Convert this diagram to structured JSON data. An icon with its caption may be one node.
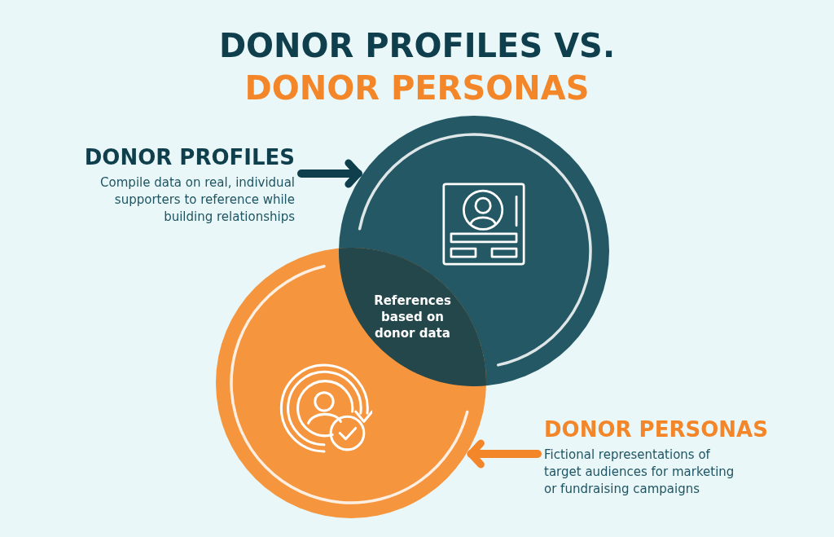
{
  "diagram": {
    "title": "DONOR PROFILES VS. DONOR PERSONAS",
    "nodes": [
      {
        "text": [
          "DONOR PROFILES",
          "Compile data on real, individual supporters to reference while building relationships"
        ]
      },
      {
        "text": [],
        "shape": "circle"
      },
      {
        "text": [
          "References based on donor data"
        ]
      },
      {
        "text": [],
        "shape": "circle"
      },
      {
        "text": [
          "DONOR PERSONAS",
          "Fictional representations of target audiences for marketing or fundraising campaigns"
        ]
      }
    ],
    "edges": [
      {
        "from": 0,
        "to": 1,
        "arrow": "to",
        "color": "#0f3e4c"
      },
      {
        "from": 4,
        "to": 3,
        "arrow": "to",
        "color": "#f4862a"
      }
    ]
  }
}
